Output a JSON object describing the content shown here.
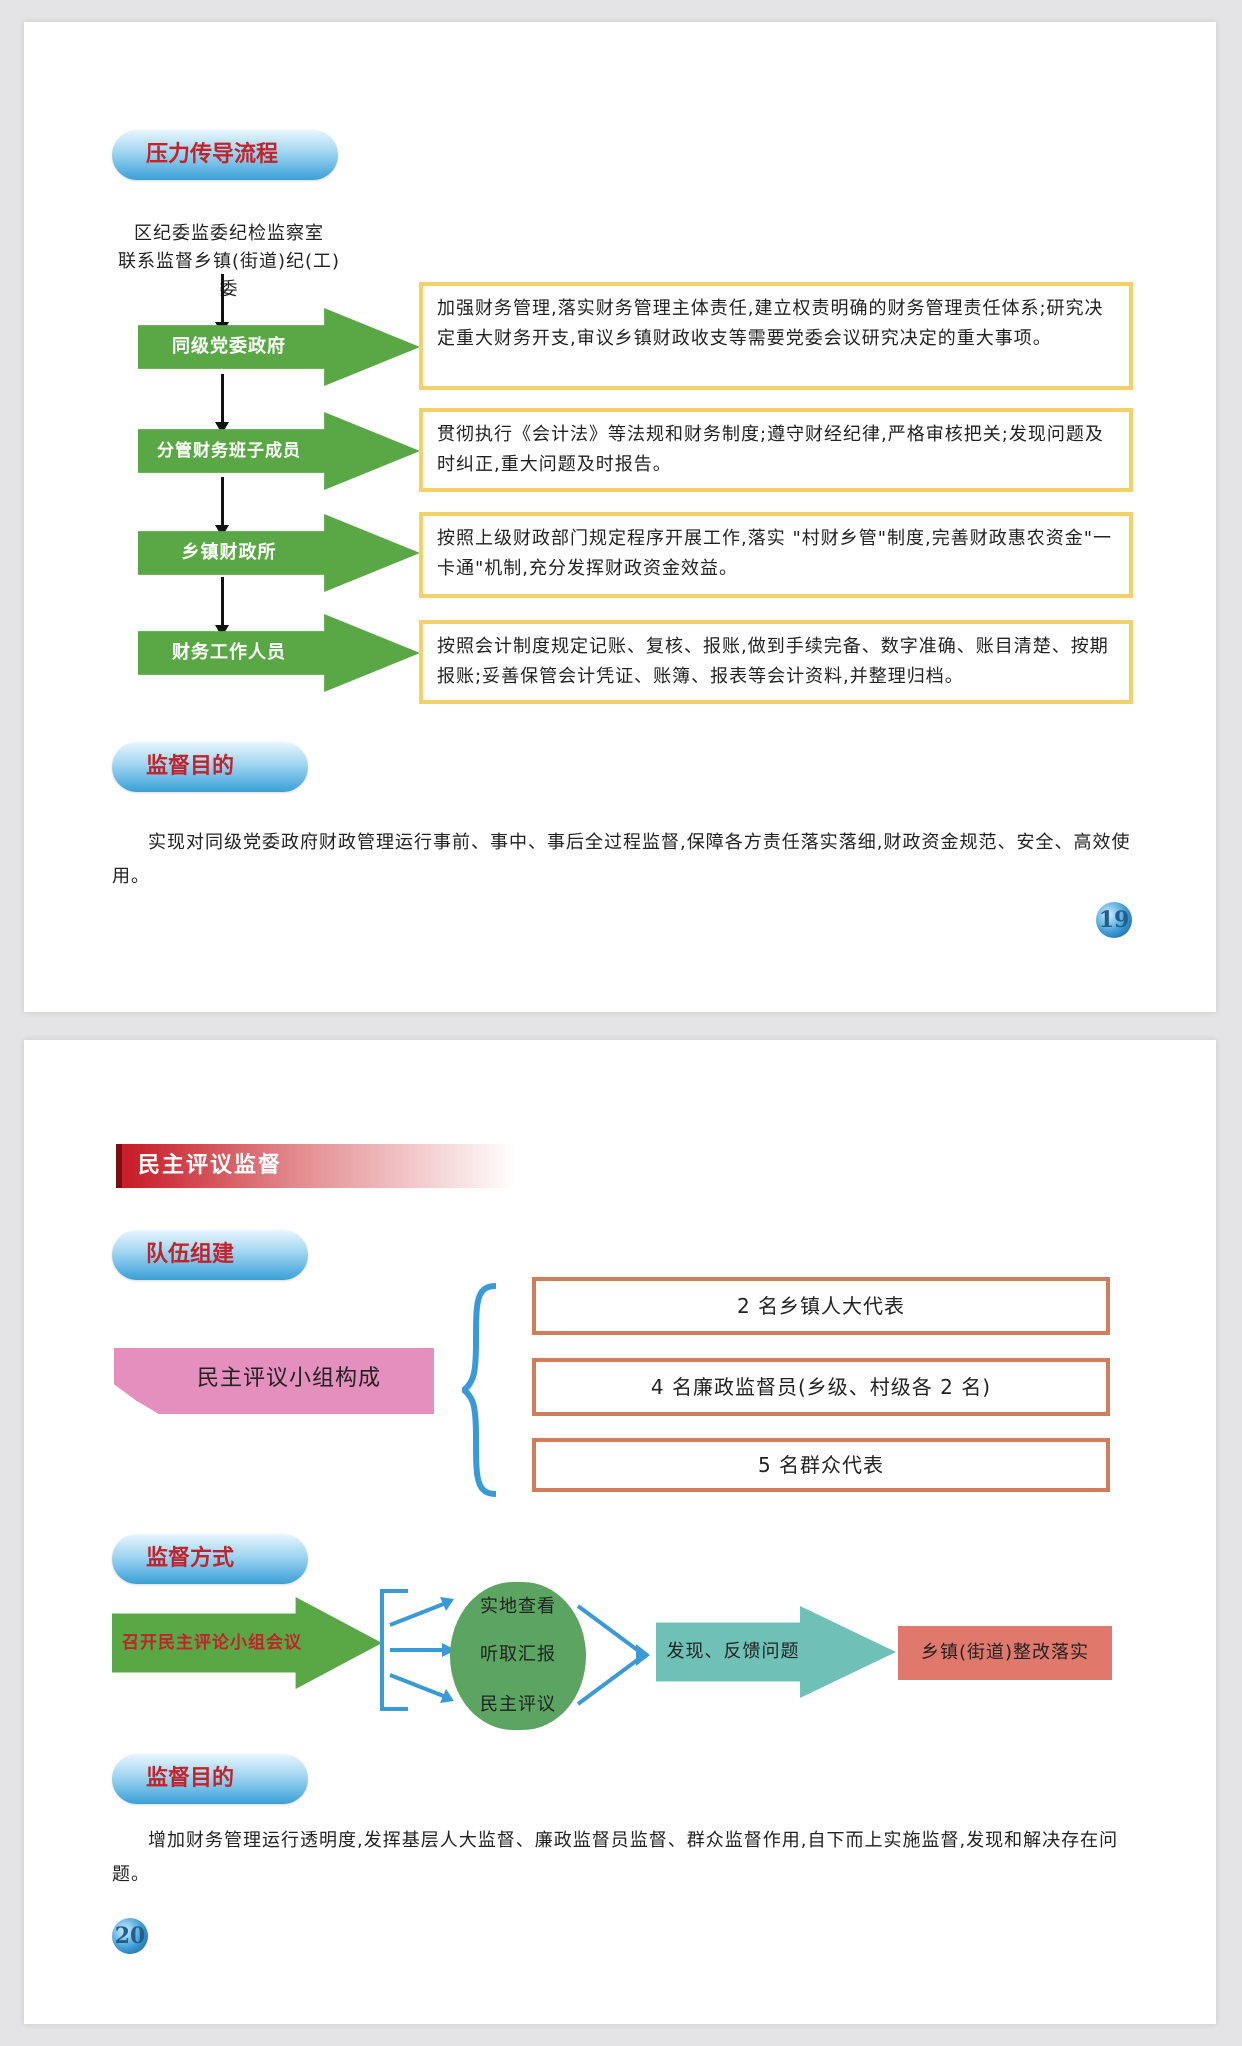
{
  "page1": {
    "section1_title": "压力传导流程",
    "source_line1": "区纪委监委纪检监察室",
    "source_line2": "联系监督乡镇(街道)纪(工)委",
    "flow": [
      {
        "label": "同级党委政府",
        "desc": "加强财务管理,落实财务管理主体责任,建立权责明确的财务管理责任体系;研究决定重大财务开支,审议乡镇财政收支等需要党委会议研究决定的重大事项。"
      },
      {
        "label": "分管财务班子成员",
        "desc": "贯彻执行《会计法》等法规和财务制度;遵守财经纪律,严格审核把关;发现问题及时纠正,重大问题及时报告。"
      },
      {
        "label": "乡镇财政所",
        "desc": "按照上级财政部门规定程序开展工作,落实 \"村财乡管\"制度,完善财政惠农资金\"一卡通\"机制,充分发挥财政资金效益。"
      },
      {
        "label": "财务工作人员",
        "desc": "按照会计制度规定记账、复核、报账,做到手续完备、数字准确、账目清楚、按期报账;妥善保管会计凭证、账簿、报表等会计资料,并整理归档。"
      }
    ],
    "section2_title": "监督目的",
    "purpose_text": "实现对同级党委政府财政管理运行事前、事中、事后全过程监督,保障各方责任落实落细,财政资金规范、安全、高效使用。",
    "page_number": "19"
  },
  "page2": {
    "chapter_title": "民主评议监督",
    "section1_title": "队伍组建",
    "group_label": "民主评议小组构成",
    "members": [
      "2 名乡镇人大代表",
      "4 名廉政监督员(乡级、村级各 2 名)",
      "5 名群众代表"
    ],
    "section2_title": "监督方式",
    "method_start": "召开民主评论小组会议",
    "method_items": [
      "实地查看",
      "听取汇报",
      "民主评议"
    ],
    "method_next": "发现、反馈问题",
    "method_end": "乡镇(街道)整改落实",
    "section3_title": "监督目的",
    "purpose_text": "增加财务管理运行透明度,发挥基层人大监督、廉政监督员监督、群众监督作用,自下而上实施监督,发现和解决存在问题。",
    "page_number": "20"
  },
  "colors": {
    "green_arrow": "#5aa845",
    "yellow_border": "#f2d16a",
    "pill_text": "#c2232b",
    "orange_border": "#cf7d5d",
    "pink_box": "#e58fbe",
    "teal_arrow": "#6fc0b7",
    "salmon_box": "#e0796c",
    "oval_green": "#5ba462",
    "bracket_blue": "#3a9ad6"
  }
}
